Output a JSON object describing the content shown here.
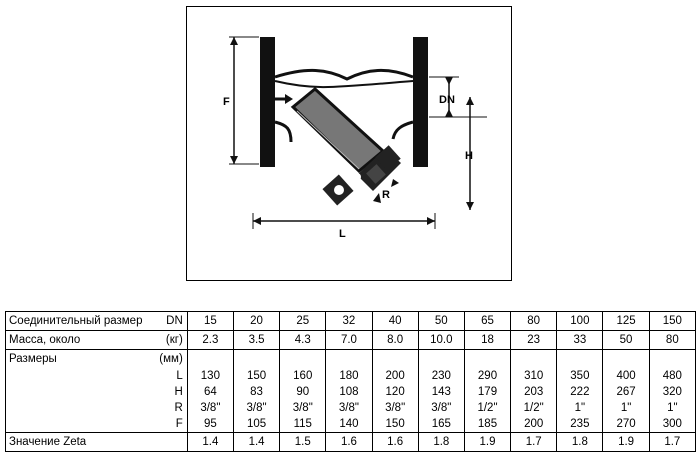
{
  "drawing": {
    "labels": {
      "F": "F",
      "DN": "DN",
      "H": "H",
      "R": "R",
      "L": "L"
    }
  },
  "table": {
    "rows": {
      "dn": {
        "label": "Соединительный размер",
        "unit": "DN",
        "values": [
          "15",
          "20",
          "25",
          "32",
          "40",
          "50",
          "65",
          "80",
          "100",
          "125",
          "150"
        ]
      },
      "mass": {
        "label": "Масса, около",
        "unit": "(кг)",
        "values": [
          "2.3",
          "3.5",
          "4.3",
          "7.0",
          "8.0",
          "10.0",
          "18",
          "23",
          "33",
          "50",
          "80"
        ]
      },
      "dims_header": {
        "label": "Размеры",
        "unit": "(мм)"
      },
      "L": {
        "label": "L",
        "values": [
          "130",
          "150",
          "160",
          "180",
          "200",
          "230",
          "290",
          "310",
          "350",
          "400",
          "480"
        ]
      },
      "H": {
        "label": "H",
        "values": [
          "64",
          "83",
          "90",
          "108",
          "120",
          "143",
          "179",
          "203",
          "222",
          "267",
          "320"
        ]
      },
      "R": {
        "label": "R",
        "values": [
          "3/8\"",
          "3/8\"",
          "3/8\"",
          "3/8\"",
          "3/8\"",
          "3/8\"",
          "1/2\"",
          "1/2\"",
          "1\"",
          "1\"",
          "1\""
        ]
      },
      "F": {
        "label": "F",
        "values": [
          "95",
          "105",
          "115",
          "140",
          "150",
          "165",
          "185",
          "200",
          "235",
          "270",
          "300"
        ]
      },
      "zeta": {
        "label": "Значение Zeta",
        "values": [
          "1.4",
          "1.4",
          "1.5",
          "1.6",
          "1.6",
          "1.8",
          "1.9",
          "1.7",
          "1.8",
          "1.9",
          "1.7"
        ]
      }
    }
  }
}
